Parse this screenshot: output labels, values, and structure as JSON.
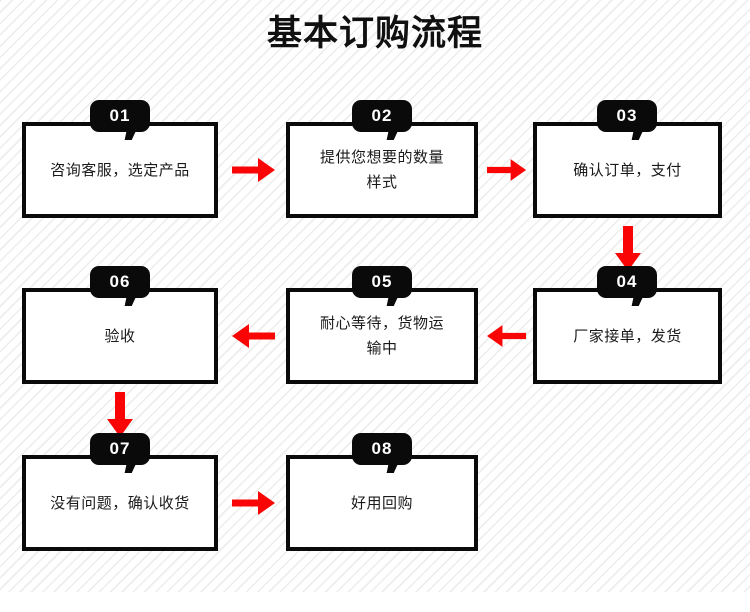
{
  "page": {
    "title": "基本订购流程",
    "background_pattern": "diagonal-pinstripe",
    "accent_color": "#fa0505",
    "box_border_color": "#0a0a0a",
    "badge_color": "#0a0a0a"
  },
  "steps": [
    {
      "number": "01",
      "text": "咨询客服，选定产品"
    },
    {
      "number": "02",
      "text": "提供您想要的数量\n样式"
    },
    {
      "number": "03",
      "text": "确认订单，支付"
    },
    {
      "number": "04",
      "text": "厂家接单，发货"
    },
    {
      "number": "05",
      "text": "耐心等待，货物运\n输中"
    },
    {
      "number": "06",
      "text": "验收"
    },
    {
      "number": "07",
      "text": "没有问题，确认收货"
    },
    {
      "number": "08",
      "text": "好用回购"
    }
  ],
  "connectors": [
    {
      "name": "arrow-01-to-02",
      "direction": "right"
    },
    {
      "name": "arrow-02-to-03",
      "direction": "right"
    },
    {
      "name": "arrow-03-to-04",
      "direction": "down"
    },
    {
      "name": "arrow-04-to-05",
      "direction": "left"
    },
    {
      "name": "arrow-05-to-06",
      "direction": "left"
    },
    {
      "name": "arrow-06-to-07",
      "direction": "down"
    },
    {
      "name": "arrow-07-to-08",
      "direction": "right"
    }
  ]
}
